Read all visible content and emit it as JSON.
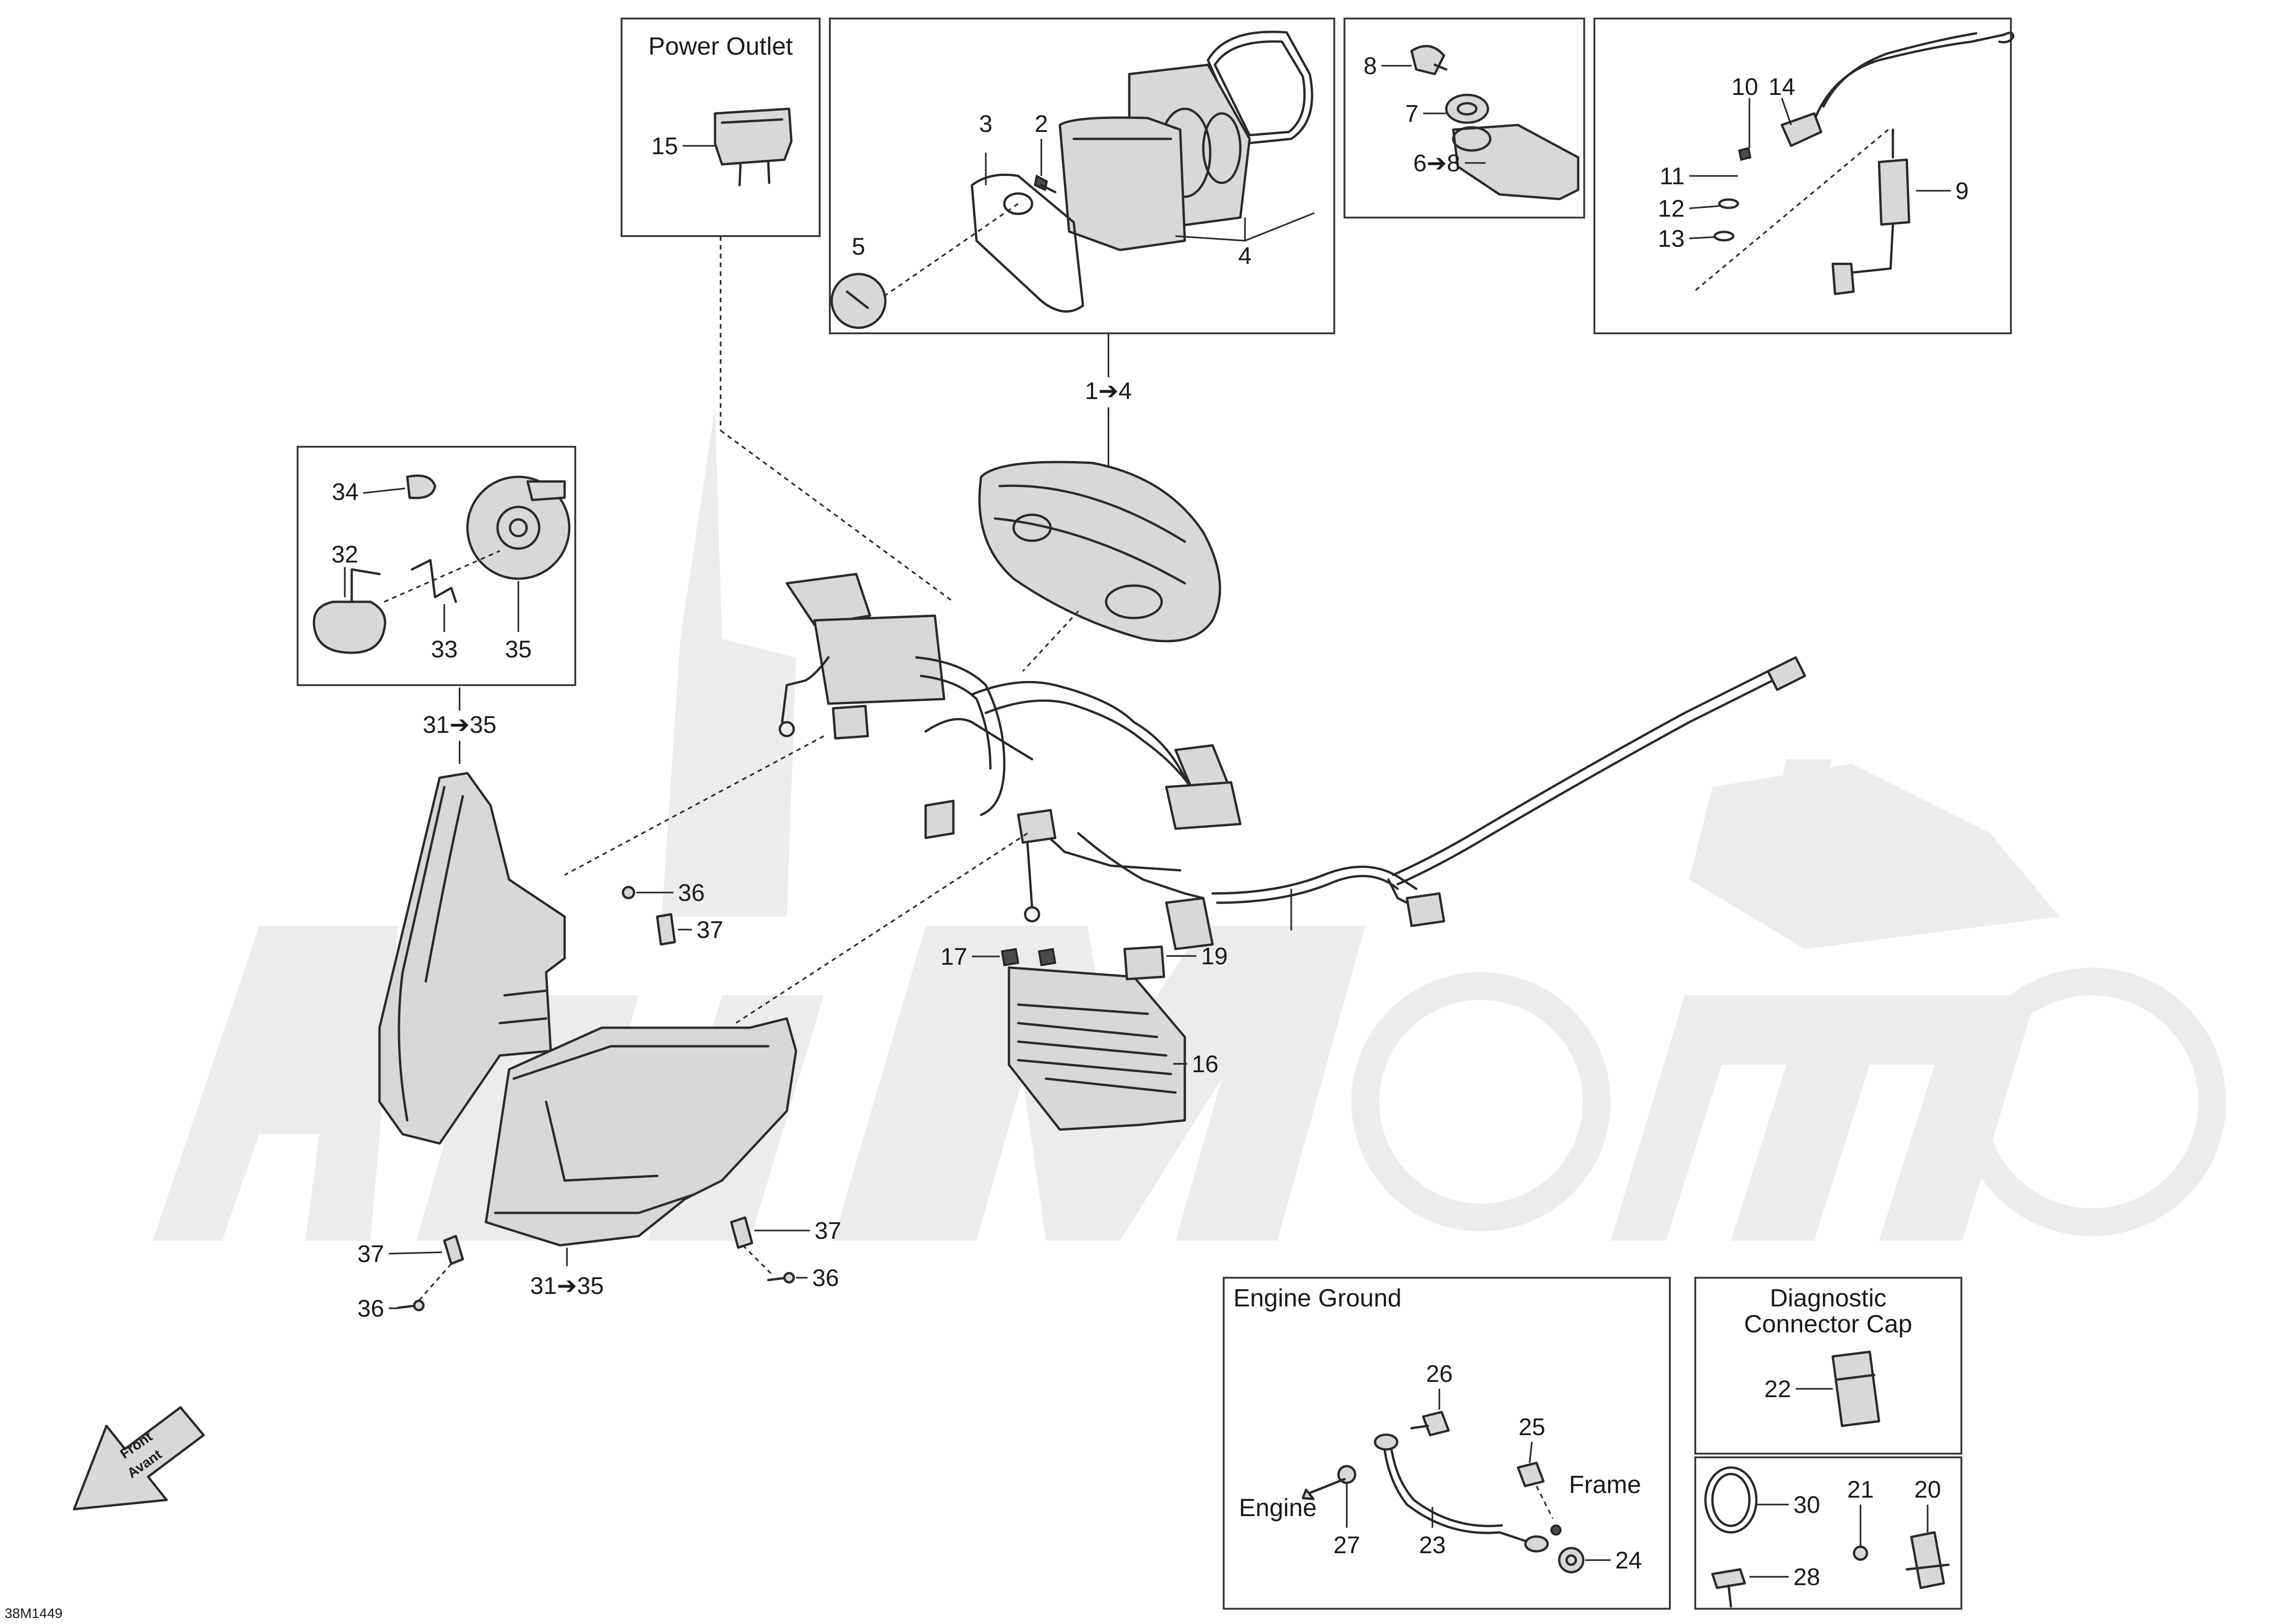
{
  "drawing_code": "38M1449",
  "front_arrow": {
    "line1": "Front",
    "line2": "Avant"
  },
  "boxes": {
    "power_outlet": {
      "title": "Power Outlet"
    },
    "engine_ground": {
      "title": "Engine Ground",
      "engine_label": "Engine",
      "frame_label": "Frame"
    },
    "diagnostic_cap": {
      "title_line1": "Diagnostic",
      "title_line2": "Connector Cap"
    }
  },
  "callouts": {
    "c1to4_top": "1➔4",
    "c2": "2",
    "c3": "3",
    "c4": "4",
    "c5": "5",
    "c6to8": "6➔8",
    "c7": "7",
    "c8": "8",
    "c9": "9",
    "c10": "10",
    "c11": "11",
    "c12": "12",
    "c13": "13",
    "c14": "14",
    "c15": "15",
    "c16": "16",
    "c17": "17",
    "c19": "19",
    "c20": "20",
    "c21": "21",
    "c22": "22",
    "c23": "23",
    "c24": "24",
    "c25": "25",
    "c26": "26",
    "c27": "27",
    "c28": "28",
    "c30": "30",
    "c31to35_top": "31➔35",
    "c31to35_bottom": "31➔35",
    "c32": "32",
    "c33": "33",
    "c34": "34",
    "c35": "35",
    "c36_a": "36",
    "c36_b": "36",
    "c36_c": "36",
    "c37_a": "37",
    "c37_b": "37",
    "c37_c": "37"
  }
}
